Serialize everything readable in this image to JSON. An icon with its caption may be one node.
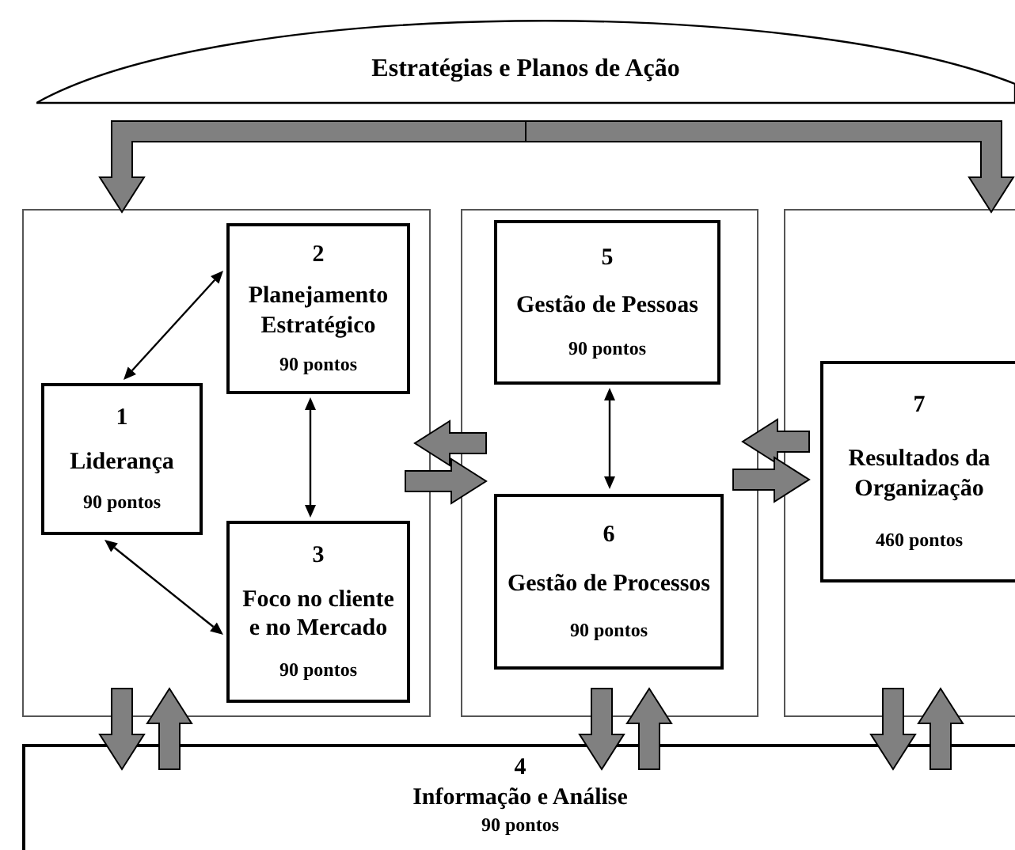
{
  "diagram": {
    "nodes": [
      {
        "text": [
          "Estratégias e Planos de Ação"
        ]
      },
      {
        "text": [],
        "shape": "box"
      },
      {
        "text": [
          "1",
          "Liderança",
          "90 pontos"
        ],
        "in": 1
      },
      {
        "text": [
          "2",
          "Planejamento Estratégico",
          "90 pontos"
        ],
        "in": 1
      },
      {
        "text": [
          "3",
          "Foco no cliente e no Mercado",
          "90 pontos"
        ],
        "in": 1
      },
      {
        "text": [],
        "shape": "box"
      },
      {
        "text": [
          "5",
          "Gestão de Pessoas",
          "90 pontos"
        ],
        "in": 5
      },
      {
        "text": [
          "6",
          "Gestão de Processos",
          "90 pontos"
        ],
        "in": 5
      },
      {
        "text": [],
        "shape": "box"
      },
      {
        "text": [
          "7",
          "Resultados da Organização",
          "460 pontos"
        ],
        "in": 8
      },
      {
        "text": [
          "4",
          "Informação e Análise",
          "90 pontos"
        ]
      }
    ],
    "edges": [
      {
        "from": 0,
        "to": 1,
        "arrow": "to",
        "style": "thick"
      },
      {
        "from": 0,
        "to": 8,
        "arrow": "to",
        "style": "thick"
      },
      {
        "from": 2,
        "to": 3,
        "arrow": "both",
        "color": "#000000"
      },
      {
        "from": 3,
        "to": 4,
        "arrow": "both",
        "color": "#000000"
      },
      {
        "from": 2,
        "to": 4,
        "arrow": "both",
        "color": "#000000"
      },
      {
        "from": 6,
        "to": 7,
        "arrow": "both",
        "color": "#000000"
      },
      {
        "from": 5,
        "to": 1,
        "arrow": "to",
        "style": "thick"
      },
      {
        "from": 1,
        "to": 5,
        "arrow": "to",
        "style": "thick"
      },
      {
        "from": 8,
        "to": 5,
        "arrow": "to",
        "style": "thick"
      },
      {
        "from": 5,
        "to": 8,
        "arrow": "to",
        "style": "thick"
      },
      {
        "from": 1,
        "to": 10,
        "arrow": "to",
        "style": "thick"
      },
      {
        "from": 10,
        "to": 1,
        "arrow": "to",
        "style": "thick"
      },
      {
        "from": 5,
        "to": 10,
        "arrow": "to",
        "style": "thick"
      },
      {
        "from": 10,
        "to": 5,
        "arrow": "to",
        "style": "thick"
      },
      {
        "from": 8,
        "to": 10,
        "arrow": "to",
        "style": "thick"
      },
      {
        "from": 10,
        "to": 8,
        "arrow": "to",
        "style": "thick"
      }
    ]
  }
}
